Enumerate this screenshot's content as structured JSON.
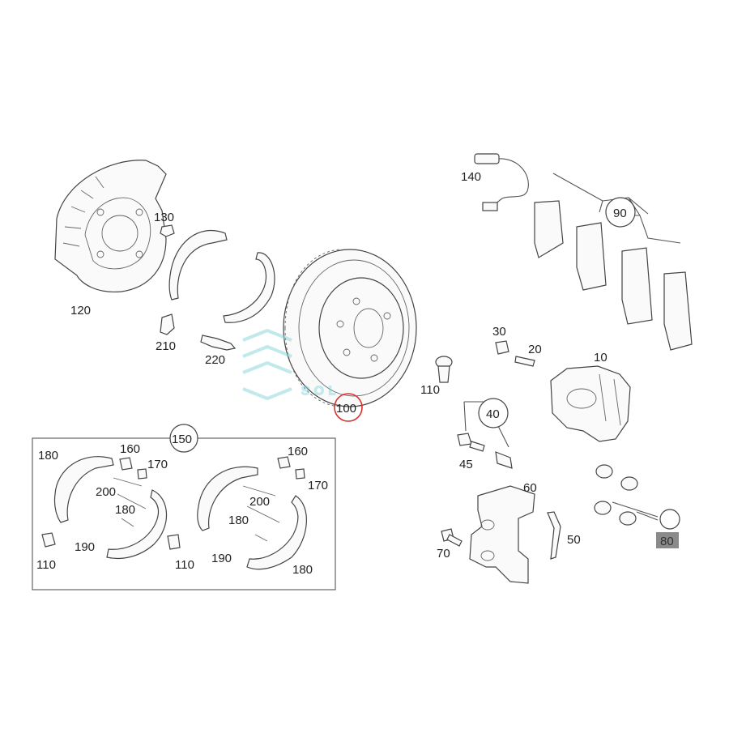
{
  "callouts": {
    "c10": "10",
    "c20": "20",
    "c30": "30",
    "c40": "40",
    "c45": "45",
    "c50": "50",
    "c60": "60",
    "c70": "70",
    "c80": "80",
    "c90": "90",
    "c100": "100",
    "c110_main": "110",
    "c120": "120",
    "c130": "130",
    "c140": "140",
    "c150": "150",
    "c210": "210",
    "c220": "220"
  },
  "kit_callouts": {
    "k180_a": "180",
    "k160_a": "160",
    "k170_a": "170",
    "k200_a": "200",
    "k180_b": "180",
    "k190_a": "190",
    "k110_a": "110",
    "k110_b": "110",
    "k160_b": "160",
    "k170_b": "170",
    "k200_b": "200",
    "k180_c": "180",
    "k190_b": "190",
    "k180_d": "180"
  },
  "watermark": "SOL",
  "colors": {
    "highlight_circle": "#d9302c",
    "badge_fill": "#8a8a8a",
    "watermark": "#7fd3d8"
  },
  "highlighted_part": "100"
}
